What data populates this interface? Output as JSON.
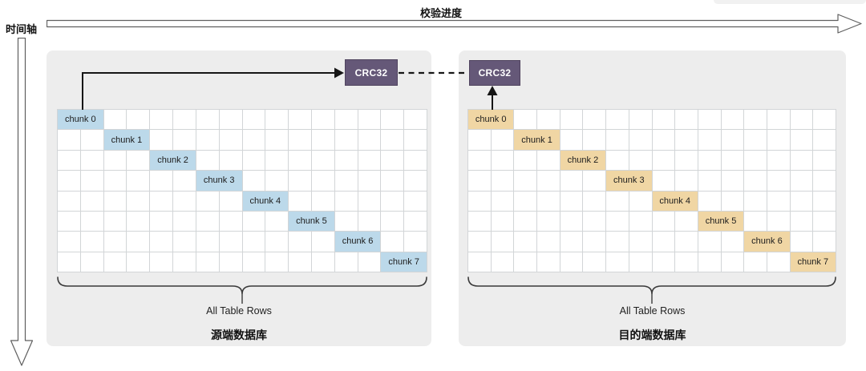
{
  "axes": {
    "progress_label": "校验进度",
    "time_label": "时间轴"
  },
  "colors": {
    "panel_bg": "#ededed",
    "grid_line": "#d2d5d7",
    "chunk_blue": "#bcd9ea",
    "chunk_tan": "#f0d6a4",
    "crc_bg": "#655878",
    "crc_border": "#50445f",
    "connector": "#161616",
    "axis_outline": "#5f5f5f"
  },
  "panels": [
    {
      "id": "source",
      "title": "源端数据库",
      "crc_label": "CRC32",
      "brace_label": "All Table Rows",
      "chunk_color_key": "chunk_blue",
      "grid": {
        "rows": 8,
        "cols": 16,
        "chunk_colspan": 2,
        "chunks": [
          {
            "label": "chunk 0",
            "row": 0,
            "col": 0
          },
          {
            "label": "chunk 1",
            "row": 1,
            "col": 2
          },
          {
            "label": "chunk 2",
            "row": 2,
            "col": 4
          },
          {
            "label": "chunk 3",
            "row": 3,
            "col": 6
          },
          {
            "label": "chunk 4",
            "row": 4,
            "col": 8
          },
          {
            "label": "chunk 5",
            "row": 5,
            "col": 10
          },
          {
            "label": "chunk 6",
            "row": 6,
            "col": 12
          },
          {
            "label": "chunk 7",
            "row": 7,
            "col": 14
          }
        ]
      }
    },
    {
      "id": "destination",
      "title": "目的端数据库",
      "crc_label": "CRC32",
      "brace_label": "All Table Rows",
      "chunk_color_key": "chunk_tan",
      "grid": {
        "rows": 8,
        "cols": 16,
        "chunk_colspan": 2,
        "chunks": [
          {
            "label": "chunk 0",
            "row": 0,
            "col": 0
          },
          {
            "label": "chunk 1",
            "row": 1,
            "col": 2
          },
          {
            "label": "chunk 2",
            "row": 2,
            "col": 4
          },
          {
            "label": "chunk 3",
            "row": 3,
            "col": 6
          },
          {
            "label": "chunk 4",
            "row": 4,
            "col": 8
          },
          {
            "label": "chunk 5",
            "row": 5,
            "col": 10
          },
          {
            "label": "chunk 6",
            "row": 6,
            "col": 12
          },
          {
            "label": "chunk 7",
            "row": 7,
            "col": 14
          }
        ]
      }
    }
  ]
}
